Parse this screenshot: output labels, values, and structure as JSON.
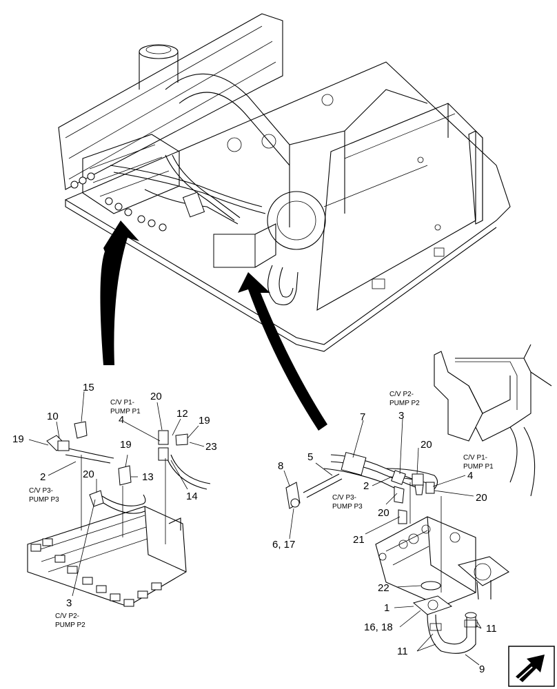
{
  "callouts": {
    "c15": "15",
    "c10": "10",
    "c19a": "19",
    "c2a": "2",
    "c20a": "20",
    "c19b": "19",
    "c13": "13",
    "c20b": "20",
    "c4a": "4",
    "c12": "12",
    "c19c": "19",
    "c23": "23",
    "c14": "14",
    "c3a": "3",
    "c8": "8",
    "c5": "5",
    "c6_17": "6, 17",
    "c7": "7",
    "c3b": "3",
    "c2b": "2",
    "c20c": "20",
    "c20d": "20",
    "c4b": "4",
    "c20e": "20",
    "c21": "21",
    "c22": "22",
    "c1": "1",
    "c16_18": "16, 18",
    "c11a": "11",
    "c11b": "11",
    "c9": "9"
  },
  "captions": {
    "left_p1_a": "C/V P1-",
    "left_p1_b": "PUMP P1",
    "left_p3_a": "C/V P3-",
    "left_p3_b": "PUMP P3",
    "left_p2_a": "C/V P2-",
    "left_p2_b": "PUMP P2",
    "right_p2_a": "C/V P2-",
    "right_p2_b": "PUMP P2",
    "right_p1_a": "C/V P1-",
    "right_p1_b": "PUMP P1",
    "right_p3_a": "C/V P3-",
    "right_p3_b": "PUMP P3"
  },
  "icons": {
    "corner": "next-page-arrow-icon"
  }
}
